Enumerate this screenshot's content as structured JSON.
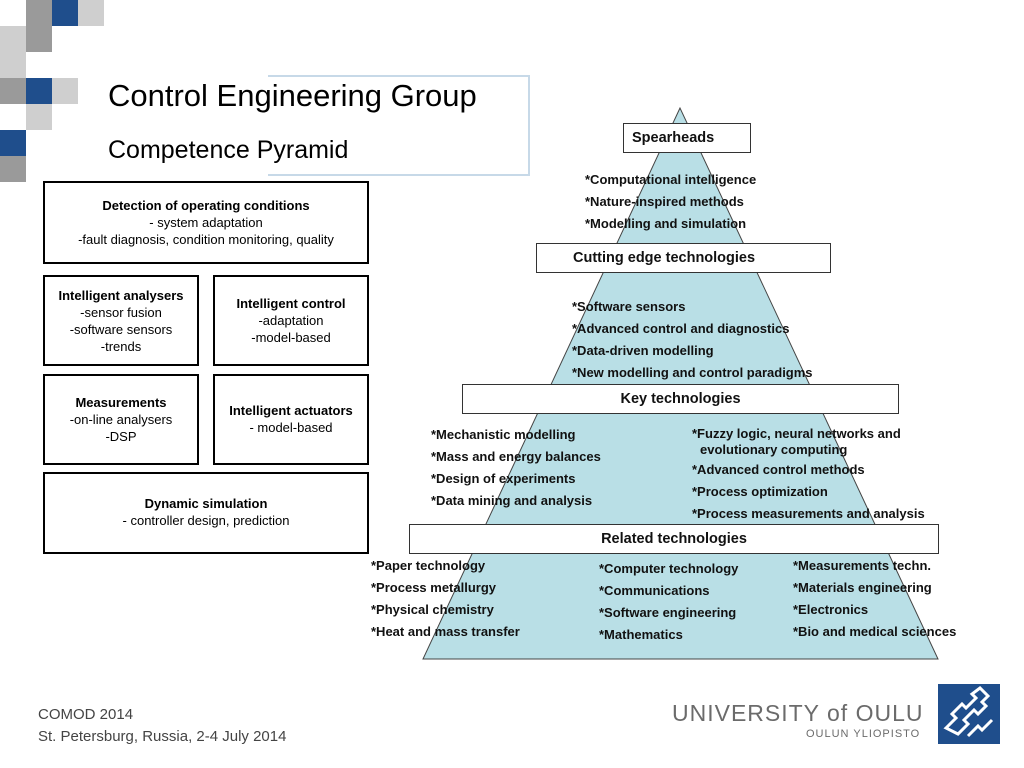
{
  "slide": {
    "title": "Control Engineering Group",
    "subtitle": "Competence Pyramid"
  },
  "colors": {
    "pyramid_fill": "#b9dfe6",
    "accent_blue": "#1f4e8c",
    "square_gray": "#9a9a9a",
    "square_light": "#cfcfcf"
  },
  "boxes": [
    {
      "heading": "Detection of operating conditions",
      "lines": [
        "- system adaptation",
        "-fault diagnosis, condition monitoring, quality"
      ]
    },
    {
      "heading": "Intelligent analysers",
      "lines": [
        "-sensor fusion",
        "-software sensors",
        "-trends"
      ]
    },
    {
      "heading": "Intelligent control",
      "lines": [
        "-adaptation",
        "-model-based"
      ]
    },
    {
      "heading": "Measurements",
      "lines": [
        "-on-line analysers",
        "-DSP"
      ]
    },
    {
      "heading": "Intelligent actuators",
      "lines": [
        "- model-based"
      ]
    },
    {
      "heading": "Dynamic simulation",
      "lines": [
        "- controller design, prediction"
      ]
    }
  ],
  "pyramid": {
    "spearheads": {
      "label": "Spearheads",
      "items": [
        "*Computational intelligence",
        "*Nature-inspired methods",
        "*Modelling and simulation"
      ]
    },
    "cutting_edge": {
      "label": "Cutting edge technologies",
      "items": [
        "*Software sensors",
        "*Advanced control and diagnostics",
        "*Data-driven modelling",
        "*New modelling and control paradigms"
      ]
    },
    "key": {
      "label": "Key technologies",
      "items_left": [
        "*Mechanistic modelling",
        "*Mass and energy balances",
        "*Design of experiments",
        "*Data mining and analysis"
      ],
      "items_right": [
        "*Fuzzy logic, neural networks and",
        "evolutionary computing",
        "*Advanced control methods",
        "*Process optimization",
        "*Process measurements and analysis"
      ]
    },
    "related": {
      "label": "Related technologies",
      "col1": [
        "*Paper technology",
        "*Process metallurgy",
        "*Physical chemistry",
        "*Heat and mass transfer"
      ],
      "col2": [
        "*Computer technology",
        "*Communications",
        "*Software engineering",
        "*Mathematics"
      ],
      "col3": [
        "*Measurements techn.",
        "*Materials engineering",
        "*Electronics",
        "*Bio and medical sciences"
      ]
    }
  },
  "footer": {
    "event": "COMOD 2014",
    "location": "St. Petersburg, Russia, 2-4 July 2014"
  },
  "logo": {
    "name": "UNIVERSITY of OULU",
    "sub": "OULUN YLIOPISTO"
  }
}
